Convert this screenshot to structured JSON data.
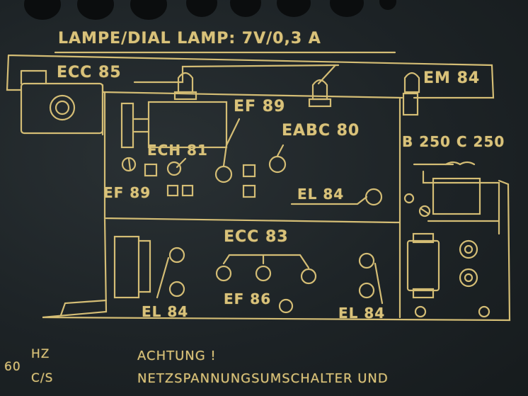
{
  "title": "LAMPE/DIAL LAMP: 7V/0,3 A",
  "tubes": {
    "ecc85": "ECC 85",
    "em84": "EM 84",
    "ef89_top": "EF 89",
    "eabc80": "EABC 80",
    "ech81": "ECH 81",
    "ef89_left": "EF 89",
    "el84_mid": "EL 84",
    "ecc83": "ECC 83",
    "ef86": "EF 86",
    "el84_left": "EL 84",
    "el84_right": "EL 84"
  },
  "rectifier": "B 250 C 250",
  "mains": {
    "freq_value": "60",
    "hz": "HZ",
    "cs": "C/S"
  },
  "warning": {
    "line1": "ACHTUNG !",
    "line2": "NETZSPANNUNGSUMSCHALTER UND"
  },
  "colors": {
    "print": "#d9c27a",
    "background": "#1e2426"
  }
}
